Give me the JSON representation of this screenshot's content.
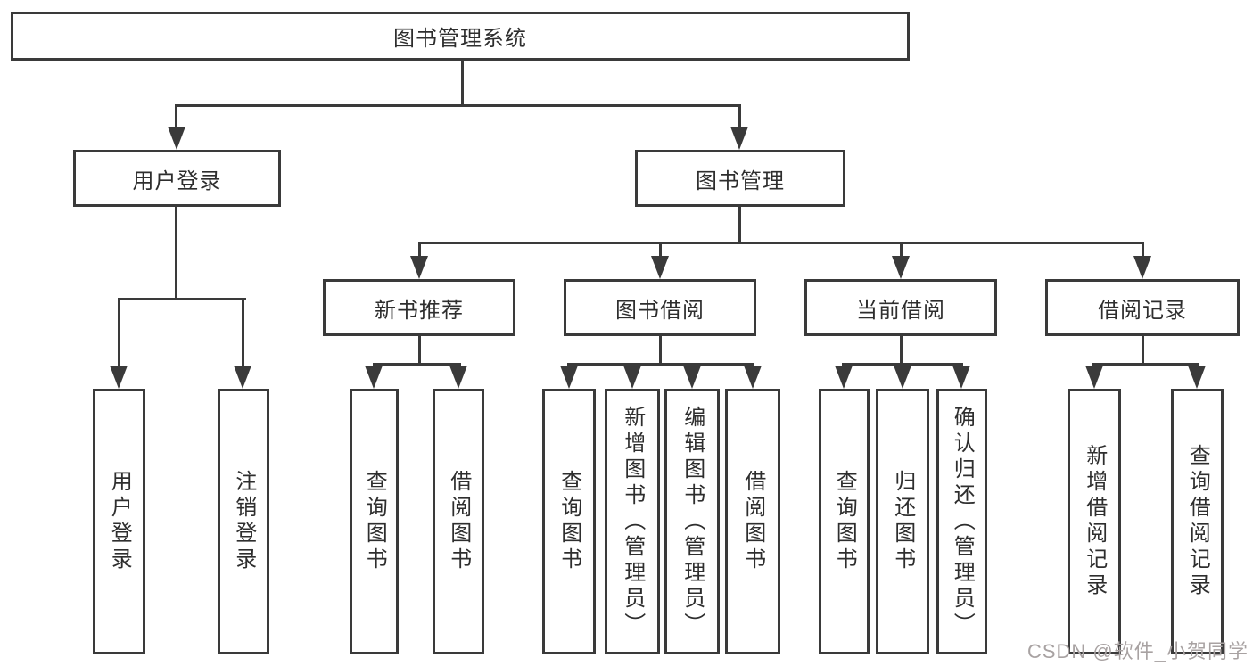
{
  "tree": {
    "label": "图书管理系统",
    "children": [
      {
        "label": "用户登录",
        "children": [
          {
            "label": "用户登录"
          },
          {
            "label": "注销登录"
          }
        ]
      },
      {
        "label": "图书管理",
        "children": [
          {
            "label": "新书推荐",
            "children": [
              {
                "label": "查询图书"
              },
              {
                "label": "借阅图书"
              }
            ]
          },
          {
            "label": "图书借阅",
            "children": [
              {
                "label": "查询图书"
              },
              {
                "label": "新增图书（管理员）"
              },
              {
                "label": "编辑图书（管理员）"
              },
              {
                "label": "借阅图书"
              }
            ]
          },
          {
            "label": "当前借阅",
            "children": [
              {
                "label": "查询图书"
              },
              {
                "label": "归还图书"
              },
              {
                "label": "确认归还（管理员）"
              }
            ]
          },
          {
            "label": "借阅记录",
            "children": [
              {
                "label": "新增借阅记录"
              },
              {
                "label": "查询借阅记录"
              }
            ]
          }
        ]
      }
    ]
  },
  "watermark": {
    "text": "CSDN @软件_小贺同学"
  },
  "colors": {
    "line": "#3a3a3a",
    "text": "#2e2e2e",
    "background": "#ffffff",
    "watermark": "#a8a2a2"
  }
}
